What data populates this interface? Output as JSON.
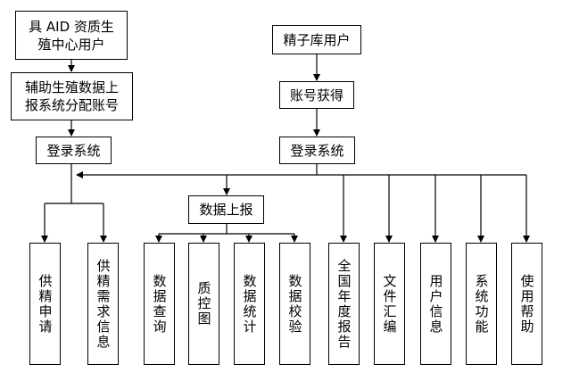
{
  "nodes": {
    "aid_users": "具 AID 资质生\n殖中心用户",
    "sperm_bank_users": "精子库用户",
    "aux_account": "辅助生殖数据上\n报系统分配账号",
    "account_obtain": "账号获得",
    "login_left": "登录系统",
    "login_right": "登录系统",
    "data_report": "数据上报",
    "supply_apply": "供精申请",
    "supply_demand_info": "供精需求信息",
    "data_query": "数据查询",
    "quality_control_chart": "质控图",
    "data_statistics": "数据统计",
    "data_validation": "数据校验",
    "national_annual_report": "全国年度报告",
    "file_collection": "文件汇编",
    "user_info": "用户信息",
    "system_function": "系统功能",
    "help": "使用帮助"
  }
}
